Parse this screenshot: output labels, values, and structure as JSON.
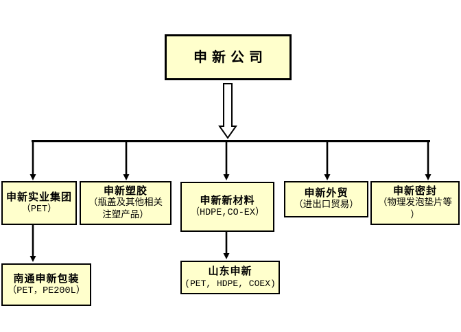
{
  "diagram": {
    "root": {
      "title": "申新公司"
    },
    "branches": [
      {
        "title": "申新实业集团",
        "subtitle": "（PET）",
        "child": {
          "title": "南通申新包装",
          "subtitle": "（PET，PE200L）"
        }
      },
      {
        "title": "申新塑胶",
        "subtitle": "（瓶盖及其他相关\n注塑产品）"
      },
      {
        "title": "申新新材料",
        "subtitle": "（HDPE,CO-EX）",
        "child": {
          "title": "山东申新",
          "subtitle": "(PET, HDPE, COEX)"
        }
      },
      {
        "title": "申新外贸",
        "subtitle": "（进出口贸易）"
      },
      {
        "title": "申新密封",
        "subtitle": "（物理发泡垫片等\n）"
      }
    ]
  },
  "colors": {
    "box_fill": "#FFFFCC",
    "box_border": "#000000",
    "connector": "#000000",
    "background": "#FFFFFF"
  }
}
